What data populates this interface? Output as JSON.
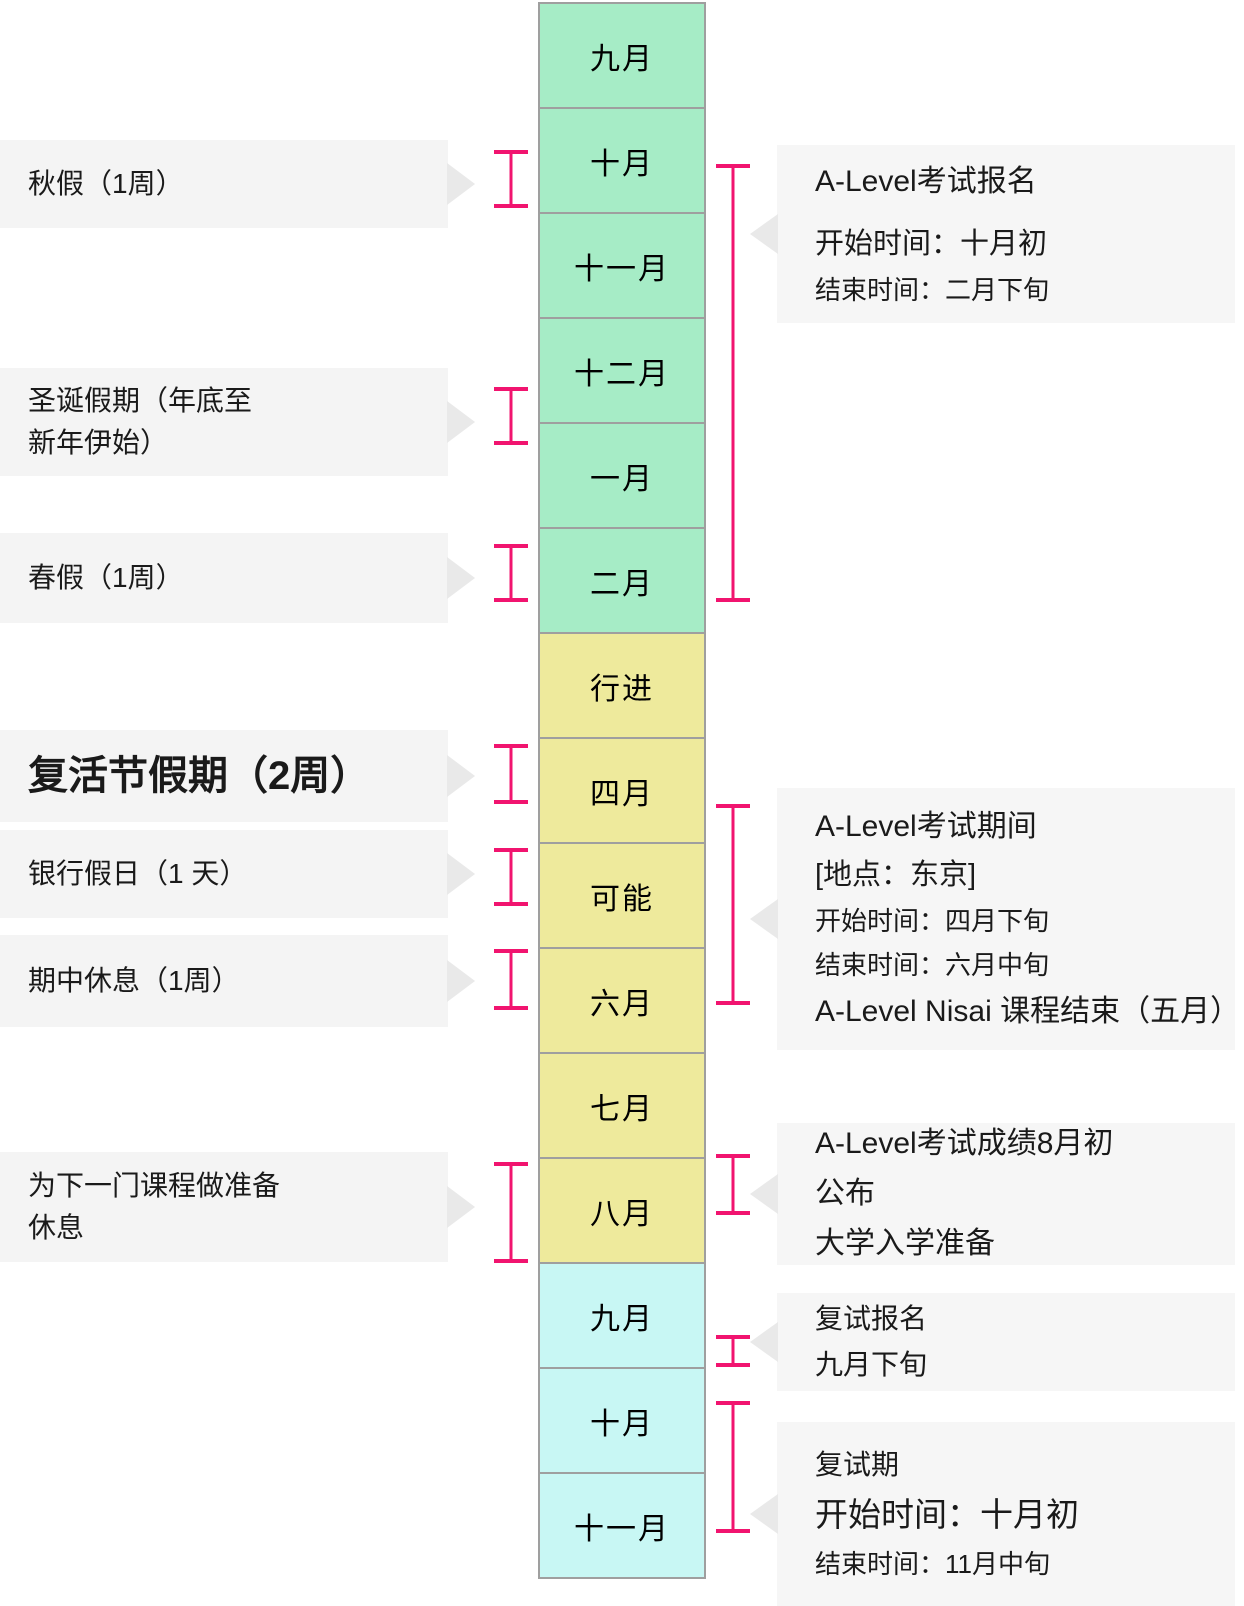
{
  "months": [
    "九月",
    "十月",
    "十一月",
    "十二月",
    "一月",
    "二月",
    "行进",
    "四月",
    "可能",
    "六月",
    "七月",
    "八月",
    "九月",
    "十月",
    "十一月"
  ],
  "left": {
    "autumn_break": {
      "line1": "秋假（1周）"
    },
    "christmas_break": {
      "line1": "圣诞假期（年底至",
      "line2": "新年伊始）"
    },
    "spring_break": {
      "line1": "春假（1周）"
    },
    "easter_break": {
      "line1": "复活节假期（2周）"
    },
    "bank_holiday": {
      "line1": "银行假日（1 天）"
    },
    "half_term_break": {
      "line1": "期中休息（1周）"
    },
    "rest_before_next_course": {
      "line1": "为下一门课程做准备",
      "line2": "休息"
    }
  },
  "right": {
    "exam_registration": {
      "line1": "A-Level考试报名",
      "line2": "开始时间：十月初",
      "line3": "结束时间：二月下旬"
    },
    "exam_period": {
      "line1": "A-Level考试期间",
      "line2": "[地点：东京]",
      "line3": "开始时间：四月下旬",
      "line4": "结束时间：六月中旬",
      "line5": "A-Level Nisai 课程结束（五月）"
    },
    "exam_results": {
      "line1": "A-Level考试成绩8月初",
      "line2": "公布",
      "line3": "大学入学准备"
    },
    "retake_registration": {
      "line1": "复试报名",
      "line2": "九月下旬"
    },
    "retake_period": {
      "line1": "复试期",
      "line2": "开始时间：十月初",
      "line3": "结束时间：11月中旬"
    }
  },
  "colors": {
    "green": "#a6ecc6",
    "yellow": "#eeea9c",
    "cyan": "#c8f7f4",
    "pink": "#f1146f",
    "box": "#f4f4f4",
    "rbox": "#f6f6f6",
    "border": "#9f9f9f",
    "arrow": "#e9e9e9"
  }
}
